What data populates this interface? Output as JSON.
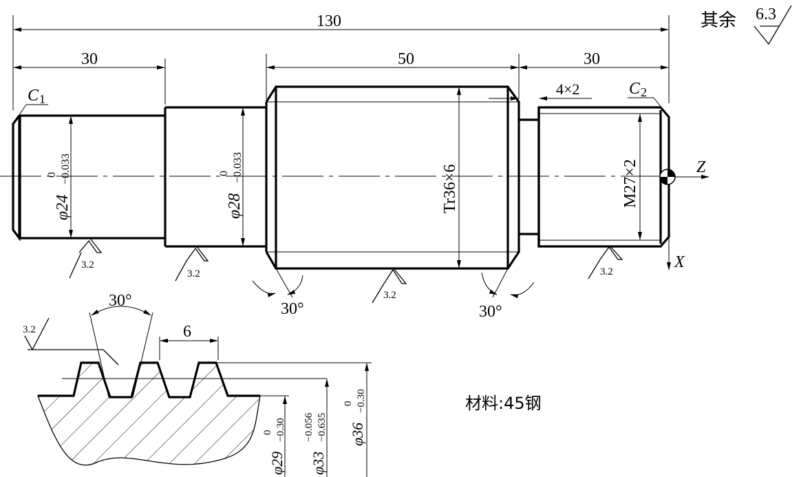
{
  "dimensions": {
    "overall": "130",
    "left_length": "30",
    "thread_length": "50",
    "right_length": "30",
    "groove": "4×2"
  },
  "chamfers": {
    "left": "C",
    "left_sub": "1",
    "right": "C",
    "right_sub": "2"
  },
  "diameters": {
    "d24_main": "φ24",
    "d24_upper": "0",
    "d24_lower": "−0.033",
    "d28_main": "φ28",
    "d28_upper": "0",
    "d28_lower": "−0.033",
    "trapezoidal": "Tr36×6",
    "metric": "M27×2"
  },
  "roughness": {
    "general_label": "其余",
    "general_value": "6.3",
    "value": "3.2"
  },
  "angles": {
    "left_chamfer": "30°",
    "right_chamfer": "30°",
    "profile": "30°"
  },
  "axes": {
    "z": "Z",
    "x": "X"
  },
  "detail": {
    "pitch": "6",
    "d29_main": "φ29",
    "d29_upper": "0",
    "d29_lower": "−0.30",
    "d33_main": "φ33",
    "d33_upper": "−0.056",
    "d33_lower": "−0.635",
    "d36_main": "φ36",
    "d36_upper": "0",
    "d36_lower": "−0.30"
  },
  "material": "材料:45钢"
}
